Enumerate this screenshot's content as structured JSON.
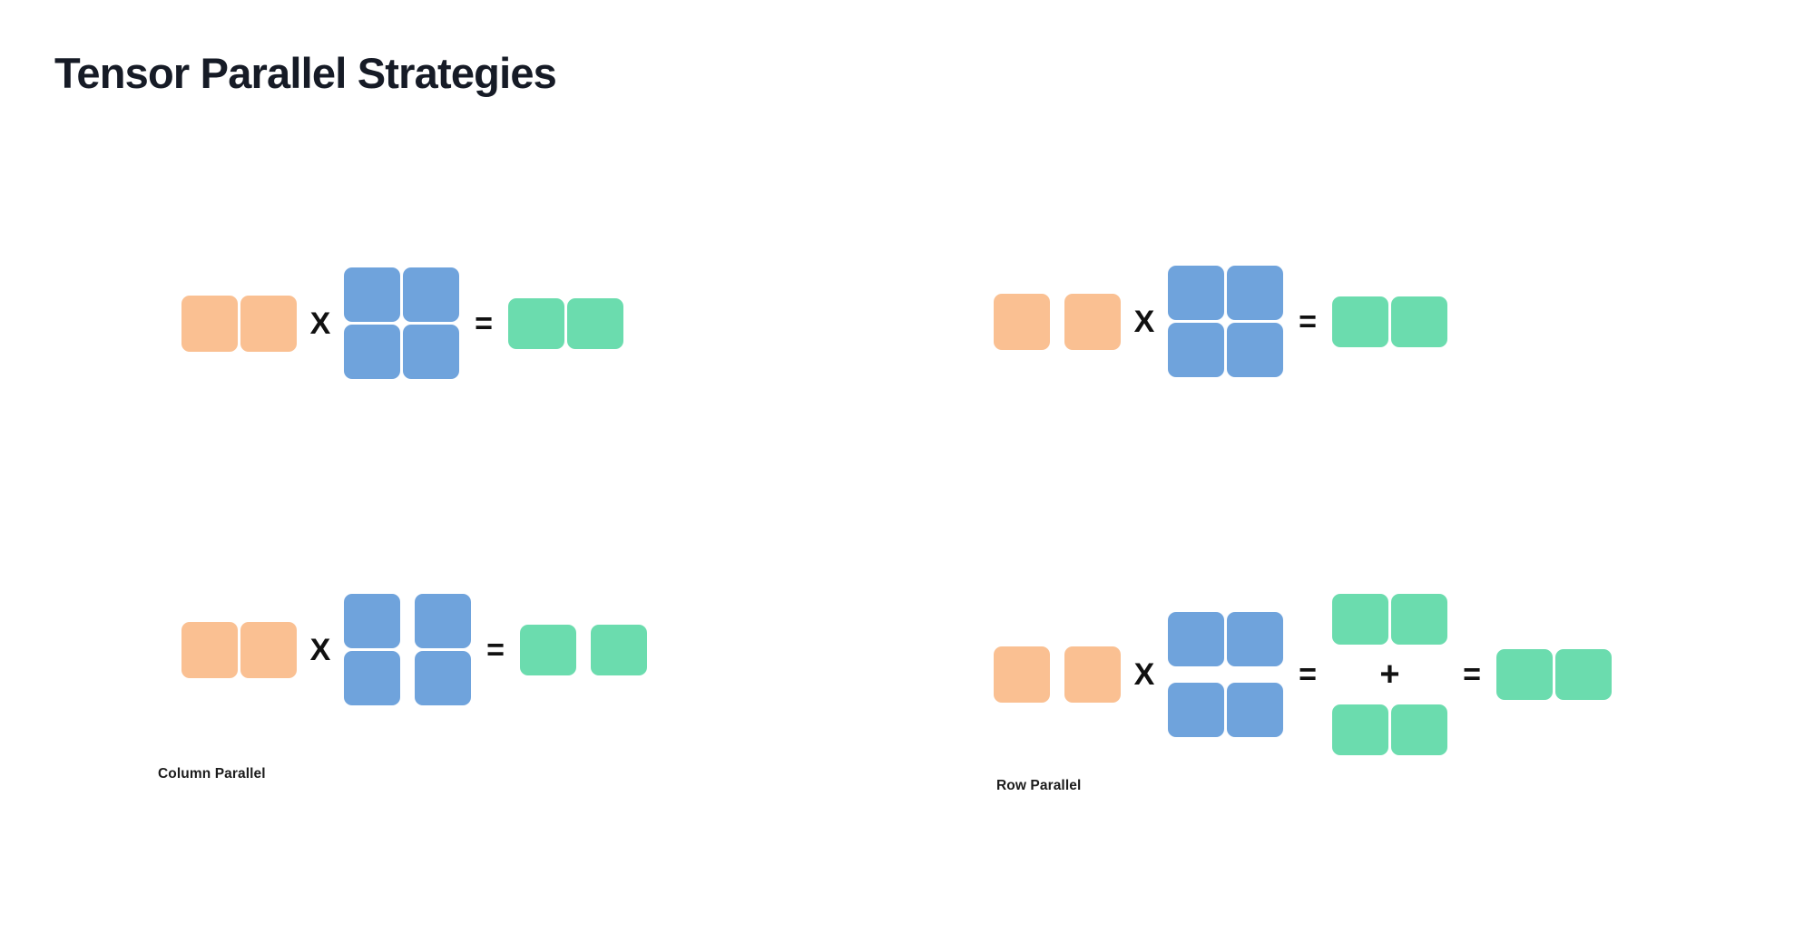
{
  "page": {
    "title": "Tensor Parallel Strategies",
    "background": "#ffffff"
  },
  "colors": {
    "title": "#161b26",
    "input_orange": "#fac092",
    "weight_blue": "#6fa3dc",
    "output_green": "#6bdcae",
    "operator": "#111111",
    "label": "#1c1c1c"
  },
  "operators": {
    "multiply": "X",
    "equals": "=",
    "plus": "+"
  },
  "diagrams": [
    {
      "id": "top-left",
      "name": "column-parallel-unsharded",
      "position": "top-left",
      "equation": "X = ",
      "terms": [
        {
          "role": "input",
          "color": "#fac092",
          "rows": 1,
          "cols": 2,
          "split": "none"
        },
        {
          "role": "weight",
          "color": "#6fa3dc",
          "rows": 2,
          "cols": 2,
          "split": "none"
        },
        {
          "role": "output",
          "color": "#6bdcae",
          "rows": 1,
          "cols": 2,
          "split": "none"
        }
      ]
    },
    {
      "id": "top-right",
      "name": "row-parallel-unsharded",
      "position": "top-right",
      "equation": "X = ",
      "terms": [
        {
          "role": "input",
          "color": "#fac092",
          "rows": 1,
          "cols": 2,
          "split": "columns"
        },
        {
          "role": "weight",
          "color": "#6fa3dc",
          "rows": 2,
          "cols": 2,
          "split": "none"
        },
        {
          "role": "output",
          "color": "#6bdcae",
          "rows": 1,
          "cols": 2,
          "split": "none"
        }
      ]
    },
    {
      "id": "bottom-left",
      "name": "column-parallel-sharded",
      "position": "bottom-left",
      "label": "Column Parallel",
      "equation": "X = ",
      "terms": [
        {
          "role": "input",
          "color": "#fac092",
          "rows": 1,
          "cols": 2,
          "split": "none"
        },
        {
          "role": "weight",
          "color": "#6fa3dc",
          "rows": 2,
          "cols": 2,
          "split": "columns"
        },
        {
          "role": "output",
          "color": "#6bdcae",
          "rows": 1,
          "cols": 2,
          "split": "columns"
        }
      ]
    },
    {
      "id": "bottom-right",
      "name": "row-parallel-sharded",
      "position": "bottom-right",
      "label": "Row Parallel",
      "equation": "X = + = ",
      "terms": [
        {
          "role": "input",
          "color": "#fac092",
          "rows": 1,
          "cols": 2,
          "split": "columns"
        },
        {
          "role": "weight",
          "color": "#6fa3dc",
          "rows": 2,
          "cols": 2,
          "split": "rows"
        },
        {
          "role": "partial-output-top",
          "color": "#6bdcae",
          "rows": 1,
          "cols": 2,
          "split": "none"
        },
        {
          "role": "partial-output-bottom",
          "color": "#6bdcae",
          "rows": 1,
          "cols": 2,
          "split": "none"
        },
        {
          "role": "output",
          "color": "#6bdcae",
          "rows": 1,
          "cols": 2,
          "split": "none"
        }
      ]
    }
  ],
  "labels": {
    "column_parallel": "Column Parallel",
    "row_parallel": "Row Parallel"
  }
}
